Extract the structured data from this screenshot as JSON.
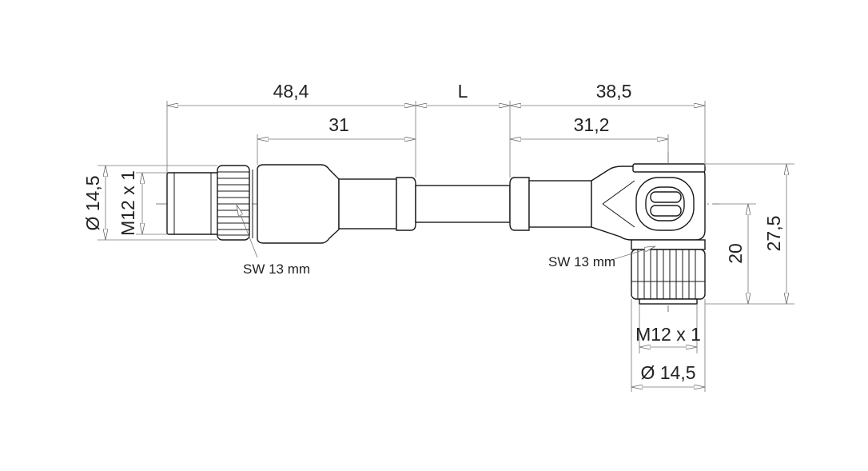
{
  "dimensions": {
    "left_total": "48,4",
    "left_body": "31",
    "cable_length": "L",
    "right_total": "38,5",
    "right_body": "31,2",
    "left_diameter": "Ø 14,5",
    "left_thread": "M12 x 1",
    "right_height_total": "27,5",
    "right_height": "20",
    "right_thread": "M12 x 1",
    "right_diameter": "Ø 14,5"
  },
  "callouts": {
    "left_wrench": "SW 13 mm",
    "right_wrench": "SW 13 mm"
  }
}
